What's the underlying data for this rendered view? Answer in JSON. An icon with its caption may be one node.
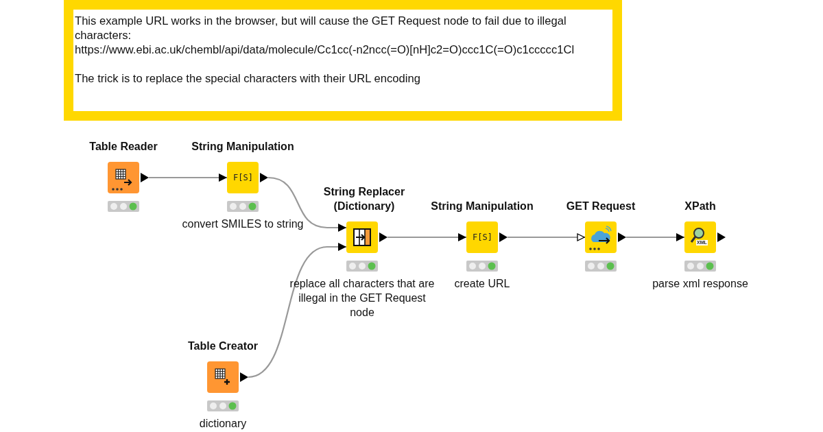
{
  "diagram": {
    "nodes": [
      {
        "text": [
          "This example URL works in the browser, but will cause the GET Request node to fail due to illegal characters:",
          "https://www.ebi.ac.uk/chembl/api/data/molecule/Cc1cc(-n2ncc(=O)[nH]c2=O)ccc1C(=O)c1ccccc1Cl",
          "The trick is to replace the special characters with their URL encoding"
        ]
      },
      {
        "text": [
          "Table Reader"
        ]
      },
      {
        "text": [
          "String Manipulation"
        ],
        "beside": [
          "convert SMILES to string"
        ]
      },
      {
        "text": [
          "String Replacer (Dictionary)"
        ],
        "beside": [
          "replace all characters that are illegal in the GET Request node"
        ]
      },
      {
        "text": [
          "String Manipulation"
        ],
        "beside": [
          "create URL"
        ]
      },
      {
        "text": [
          "GET Request"
        ]
      },
      {
        "text": [
          "XPath"
        ],
        "beside": [
          "parse xml response"
        ]
      },
      {
        "text": [
          "Table Creator"
        ],
        "beside": [
          "dictionary"
        ]
      }
    ],
    "edges": [
      {
        "from": 1,
        "to": 2,
        "arrow": "to"
      },
      {
        "from": 2,
        "to": 3,
        "arrow": "to"
      },
      {
        "from": 7,
        "to": 3,
        "arrow": "to"
      },
      {
        "from": 3,
        "to": 4,
        "arrow": "to"
      },
      {
        "from": 4,
        "to": 5,
        "arrow": "to"
      },
      {
        "from": 5,
        "to": 6,
        "arrow": "to"
      }
    ],
    "labels": [
      "F[S]",
      "F[S]",
      "XML"
    ]
  }
}
